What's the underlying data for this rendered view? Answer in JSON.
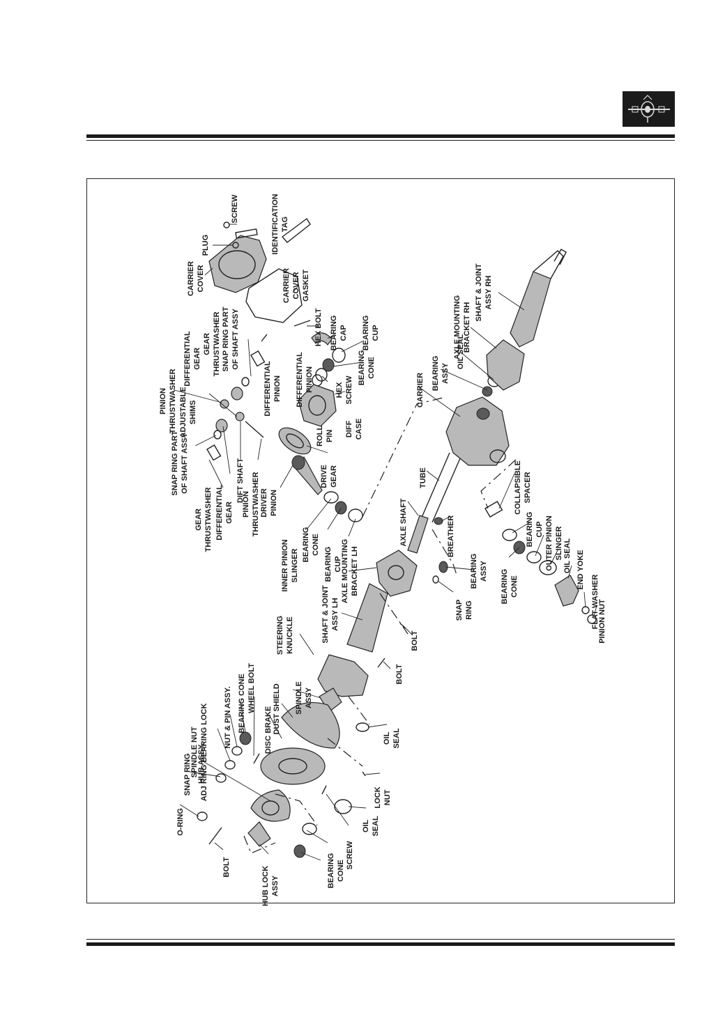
{
  "header": {
    "logo_icon": "axle-assembly-icon"
  },
  "diagram": {
    "labels": [
      "PLUG",
      "SCREW",
      "IDENTIFICATION",
      "TAG",
      "CARRIER",
      "COVER",
      "CARRIER",
      "COVER",
      "GASKET",
      "GEAR",
      "THRUSTWASHER",
      "SNAP RING PART",
      "OF SHAFT ASSY",
      "DIFFERENTIAL",
      "GEAR",
      "HEX BOLT",
      "BEARING",
      "CAP",
      "BEARING",
      "CUP",
      "PINION",
      "THRUSTWASHER",
      "DIFFERENTIAL",
      "PINION",
      "ADJUSTABLE",
      "SHIMS",
      "DIFFERENTIAL",
      "PINION",
      "HEX",
      "SCREW",
      "BEARING",
      "CONE",
      "SNAP RING PART",
      "OF SHAFT ASSY",
      "ROLL",
      "PIN",
      "DIFF",
      "CASE",
      "GEAR",
      "THRUSTWASHER",
      "DIFFERENTIAL",
      "GEAR",
      "PINION",
      "THRUSTWASHER",
      "DIFT SHAFT",
      "DRIVE",
      "GEAR",
      "DRIVER",
      "PINION",
      "CARRIER",
      "BEARING",
      "ASSY",
      "OIL SEAL",
      "AXLE MOUNTING",
      "BRACKET RH",
      "SHAFT & JOINT",
      "ASSY RH",
      "TUBE",
      "INNER PINION",
      "SLINGER",
      "BEARING",
      "CONE",
      "BEARING",
      "CUP",
      "AXLE SHAFT",
      "BREATHER",
      "COLLAPSIBLE",
      "SPACER",
      "BEARING",
      "CUP",
      "OUTER PINION",
      "SLINGER",
      "OIL SEAL",
      "END YOKE",
      "FLAT WASHER",
      "PINION NUT",
      "AXLE MOUNTING",
      "BRACKET LH",
      "BEARING",
      "ASSY",
      "BEARING",
      "CONE",
      "SNAP",
      "RING",
      "SHAFT & JOINT",
      "ASSY LH",
      "BOLT",
      "STEERING",
      "KNUCKLE",
      "BOLT",
      "SPINDLE NUT",
      "ADJ RING BEARING LOCK",
      "NUT & PIN ASSY.",
      "BEARING CONE",
      "WHEEL BOLT",
      "DISC BRAKE",
      "DUST SHIELD",
      "SPINDLE",
      "ASSY",
      "OIL",
      "SEAL",
      "HUB ASSY.",
      "SNAP RING",
      "O-RING",
      "LOCK",
      "NUT",
      "OIL",
      "SEAL",
      "SCREW",
      "BOLT",
      "HUB LOCK",
      "ASSY",
      "BEARING",
      "CONE"
    ]
  }
}
